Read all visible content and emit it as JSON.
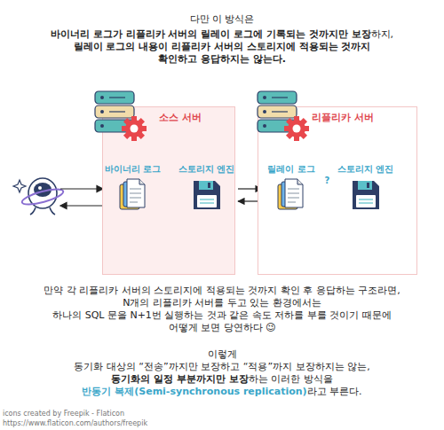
{
  "diagram": {
    "nodes": [
      {
        "text": [
          "소스 서버"
        ]
      },
      {
        "text": [
          "바이너리 로그"
        ],
        "in": 0
      },
      {
        "text": [
          "스토리지 엔진"
        ],
        "in": 0
      },
      {
        "text": [
          "리플리카 서버"
        ]
      },
      {
        "text": [
          "릴레이 로그"
        ],
        "in": 3
      },
      {
        "text": [
          "스토리지 엔진"
        ],
        "in": 3
      }
    ],
    "edges": [
      {
        "from": 1,
        "to": 2,
        "arrow": "to"
      },
      {
        "from": 2,
        "to": 1,
        "arrow": "to"
      },
      {
        "from": 2,
        "to": 4,
        "arrow": "to"
      },
      {
        "from": 4,
        "to": 2,
        "arrow": "to"
      },
      {
        "from": 4,
        "to": 5,
        "label": "?",
        "arrow": "to"
      },
      {
        "from": 5,
        "to": 4,
        "arrow": "to"
      }
    ],
    "labels": [
      "다만 이 방식은",
      "바이너리 로그가 리플리카 서버의 릴레이 로그에 기록되는 것까지만 보장",
      "하지,",
      "릴레이 로그의 내용이 리플리카 서버의 스토리지에 적용되는 것까지",
      "확인하고 응답하지는 않는다.",
      "만약 각 리플리카 서버의 스토리지에 적용되는 것까지 확인 후 응답하는 구조라면,",
      "N개의 리플리카 서버를 두고 있는 환경에서는",
      "하나의 SQL 문을 N+1번 실행하는 것과 같은 속도 저하를 부를 것이기 때문에",
      "어떻게 보면 당연하다 😉",
      "이렇게",
      "동기화 대상의 “전송”까지만 보장하고 “적용”까지 보장하지는 않는,",
      "동기화의 일정 부분까지만 보장",
      "하는 이러한 방식을",
      "반동기 복제(Semi-synchronous replication)",
      "라고 부른다.",
      "icons created by Freepik - Flaticon",
      "https://www.flaticon.com/authors/freepik"
    ]
  }
}
